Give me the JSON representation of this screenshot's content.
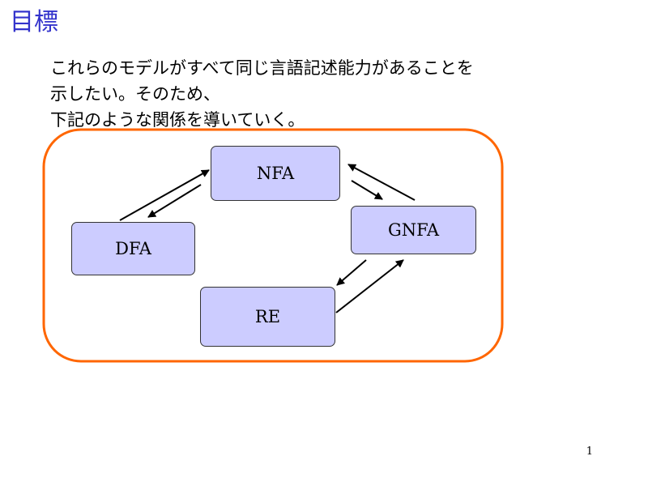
{
  "title": "目標",
  "body_lines": [
    "これらのモデルがすべて同じ言語記述能力があることを",
    "示したい。そのため、",
    "下記のような関係を導いていく。"
  ],
  "diagram": {
    "frame_color": "#ff6600",
    "node_fill": "#ccccff",
    "nodes": {
      "nfa": "NFA",
      "gnfa": "GNFA",
      "dfa": "DFA",
      "re": "RE"
    }
  },
  "page_number": "1"
}
